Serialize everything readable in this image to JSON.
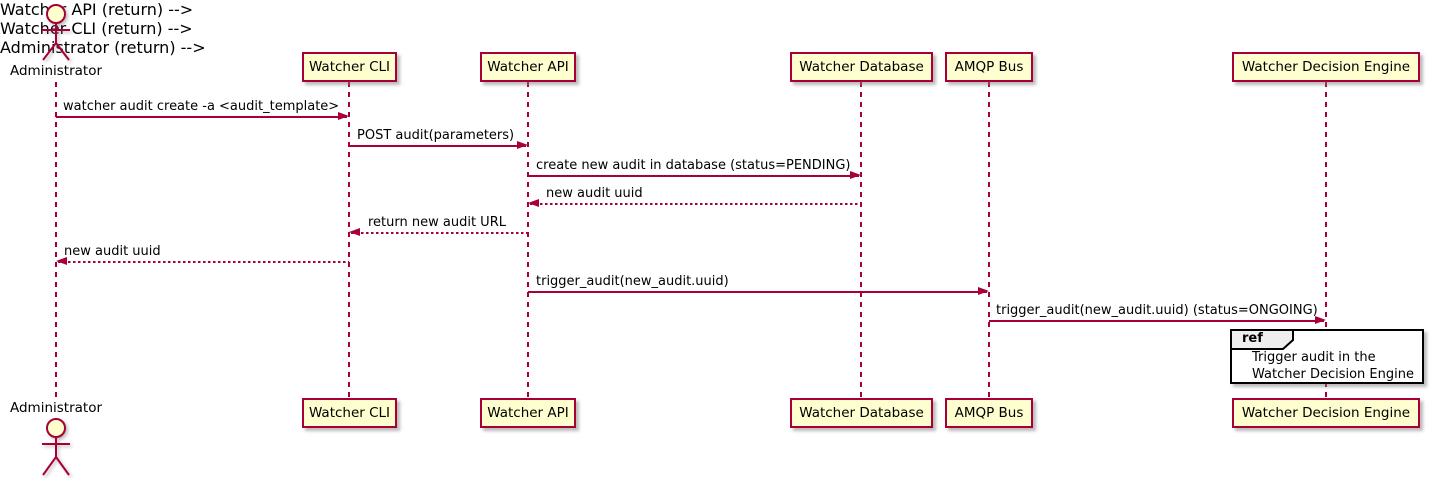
{
  "diagram_type": "sequence-diagram",
  "actor": {
    "label": "Administrator"
  },
  "participants": [
    {
      "label": "Watcher CLI"
    },
    {
      "label": "Watcher API"
    },
    {
      "label": "Watcher Database"
    },
    {
      "label": "AMQP Bus"
    },
    {
      "label": "Watcher Decision Engine"
    }
  ],
  "messages": [
    {
      "from": "Administrator",
      "to": "Watcher CLI",
      "text": "watcher audit create -a <audit_template>",
      "line": "solid"
    },
    {
      "from": "Watcher CLI",
      "to": "Watcher API",
      "text": "POST audit(parameters)",
      "line": "solid"
    },
    {
      "from": "Watcher API",
      "to": "Watcher Database",
      "text": "create new audit in database (status=PENDING)",
      "line": "solid"
    },
    {
      "from": "Watcher Database",
      "to": "Watcher API",
      "text": "new audit uuid",
      "line": "dashed"
    },
    {
      "from": "Watcher API",
      "to": "Watcher CLI",
      "text": "return new audit URL",
      "line": "dashed"
    },
    {
      "from": "Watcher CLI",
      "to": "Administrator",
      "text": "new audit uuid",
      "line": "dashed"
    },
    {
      "from": "Watcher API",
      "to": "AMQP Bus",
      "text": "trigger_audit(new_audit.uuid)",
      "line": "solid"
    },
    {
      "from": "AMQP Bus",
      "to": "Watcher Decision Engine",
      "text": "trigger_audit(new_audit.uuid) (status=ONGOING)",
      "line": "solid"
    }
  ],
  "ref_fragment": {
    "keyword": "ref",
    "line1": "Trigger audit in the",
    "line2": "Watcher Decision Engine"
  },
  "colors": {
    "stroke": "#A80036",
    "participant_fill": "#FEFECE",
    "ref_tab_fill": "#EEEEEE",
    "ref_border": "#000000",
    "text": "#000000",
    "background": "#FFFFFF"
  }
}
